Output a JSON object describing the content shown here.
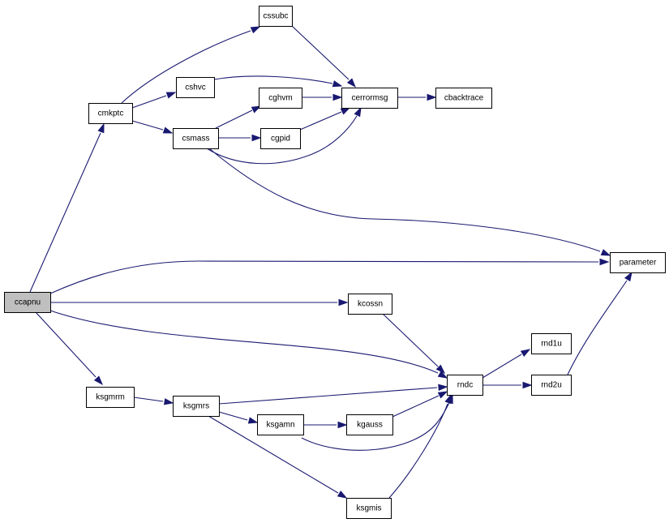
{
  "diagram": {
    "nodes": [
      {
        "id": "ccapnu",
        "label": "ccapnu",
        "highlighted": true
      },
      {
        "id": "cmkptc",
        "label": "cmkptc"
      },
      {
        "id": "cssubc",
        "label": "cssubc"
      },
      {
        "id": "cshvc",
        "label": "cshvc"
      },
      {
        "id": "cghvm",
        "label": "cghvm"
      },
      {
        "id": "cerrormsg",
        "label": "cerrormsg"
      },
      {
        "id": "cbacktrace",
        "label": "cbacktrace"
      },
      {
        "id": "csmass",
        "label": "csmass"
      },
      {
        "id": "cgpid",
        "label": "cgpid"
      },
      {
        "id": "parameter",
        "label": "parameter"
      },
      {
        "id": "kcossn",
        "label": "kcossn"
      },
      {
        "id": "rndc",
        "label": "rndc"
      },
      {
        "id": "rnd1u",
        "label": "rnd1u"
      },
      {
        "id": "rnd2u",
        "label": "rnd2u"
      },
      {
        "id": "ksgmrm",
        "label": "ksgmrm"
      },
      {
        "id": "ksgmrs",
        "label": "ksgmrs"
      },
      {
        "id": "ksgamn",
        "label": "ksgamn"
      },
      {
        "id": "kgauss",
        "label": "kgauss"
      },
      {
        "id": "ksgmis",
        "label": "ksgmis"
      }
    ],
    "edges": [
      {
        "from": "ccapnu",
        "to": "cmkptc"
      },
      {
        "from": "ccapnu",
        "to": "parameter"
      },
      {
        "from": "ccapnu",
        "to": "kcossn"
      },
      {
        "from": "ccapnu",
        "to": "rndc"
      },
      {
        "from": "ccapnu",
        "to": "ksgmrm"
      },
      {
        "from": "cmkptc",
        "to": "cssubc"
      },
      {
        "from": "cmkptc",
        "to": "cshvc"
      },
      {
        "from": "cmkptc",
        "to": "csmass"
      },
      {
        "from": "cssubc",
        "to": "cerrormsg"
      },
      {
        "from": "cshvc",
        "to": "cerrormsg"
      },
      {
        "from": "cghvm",
        "to": "cerrormsg"
      },
      {
        "from": "cerrormsg",
        "to": "cbacktrace"
      },
      {
        "from": "csmass",
        "to": "cghvm"
      },
      {
        "from": "csmass",
        "to": "cgpid"
      },
      {
        "from": "csmass",
        "to": "cerrormsg"
      },
      {
        "from": "csmass",
        "to": "parameter"
      },
      {
        "from": "cgpid",
        "to": "cerrormsg"
      },
      {
        "from": "kcossn",
        "to": "rndc"
      },
      {
        "from": "rndc",
        "to": "rnd1u"
      },
      {
        "from": "rndc",
        "to": "rnd2u"
      },
      {
        "from": "rnd2u",
        "to": "parameter"
      },
      {
        "from": "ksgmrm",
        "to": "ksgmrs"
      },
      {
        "from": "ksgmrs",
        "to": "rndc"
      },
      {
        "from": "ksgmrs",
        "to": "ksgamn"
      },
      {
        "from": "ksgmrs",
        "to": "ksgmis"
      },
      {
        "from": "ksgamn",
        "to": "kgauss"
      },
      {
        "from": "ksgamn",
        "to": "rndc"
      },
      {
        "from": "kgauss",
        "to": "rndc"
      },
      {
        "from": "ksgmis",
        "to": "rndc"
      }
    ]
  },
  "colors": {
    "edge": "#191970",
    "node_border": "#000000",
    "node_fill": "#ffffff",
    "root_fill": "#bfbfbf"
  }
}
